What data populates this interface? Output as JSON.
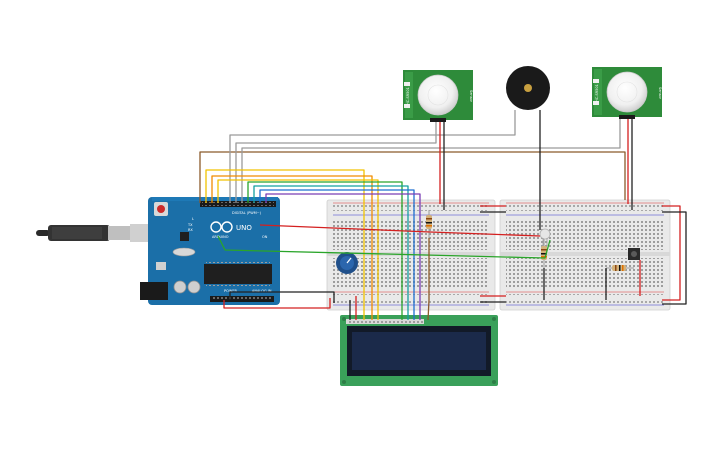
{
  "arduino": {
    "brand": "UNO",
    "maker": "ARDUINO",
    "digital_header": "DIGITAL (PWM~)",
    "power_header": "POWER",
    "analog_header": "ANALOG IN",
    "tx_label": "TX",
    "rx_label": "RX",
    "l_label": "L",
    "on_label": "ON"
  },
  "pir_sensor_1": {
    "label_left": "HC-SR501",
    "label_right": "Sensor"
  },
  "pir_sensor_2": {
    "label_left": "HC-SR501",
    "label_right": "Sensor"
  },
  "colors": {
    "arduino_board": "#1b6fa8",
    "breadboard": "#e8e8e8",
    "pir_board": "#2e8b3a",
    "lcd_board": "#3aa05a",
    "lcd_screen": "#1b2a4a",
    "wire_red": "#d42020",
    "wire_black": "#222222",
    "wire_yellow": "#f2c200",
    "wire_orange": "#f08c00",
    "wire_green": "#2aa52a",
    "wire_blue": "#1f6fd1",
    "wire_teal": "#14a0a0",
    "wire_brown": "#8b5a2b",
    "wire_grey": "#9a9a9a",
    "wire_purple": "#7b3fb5"
  }
}
